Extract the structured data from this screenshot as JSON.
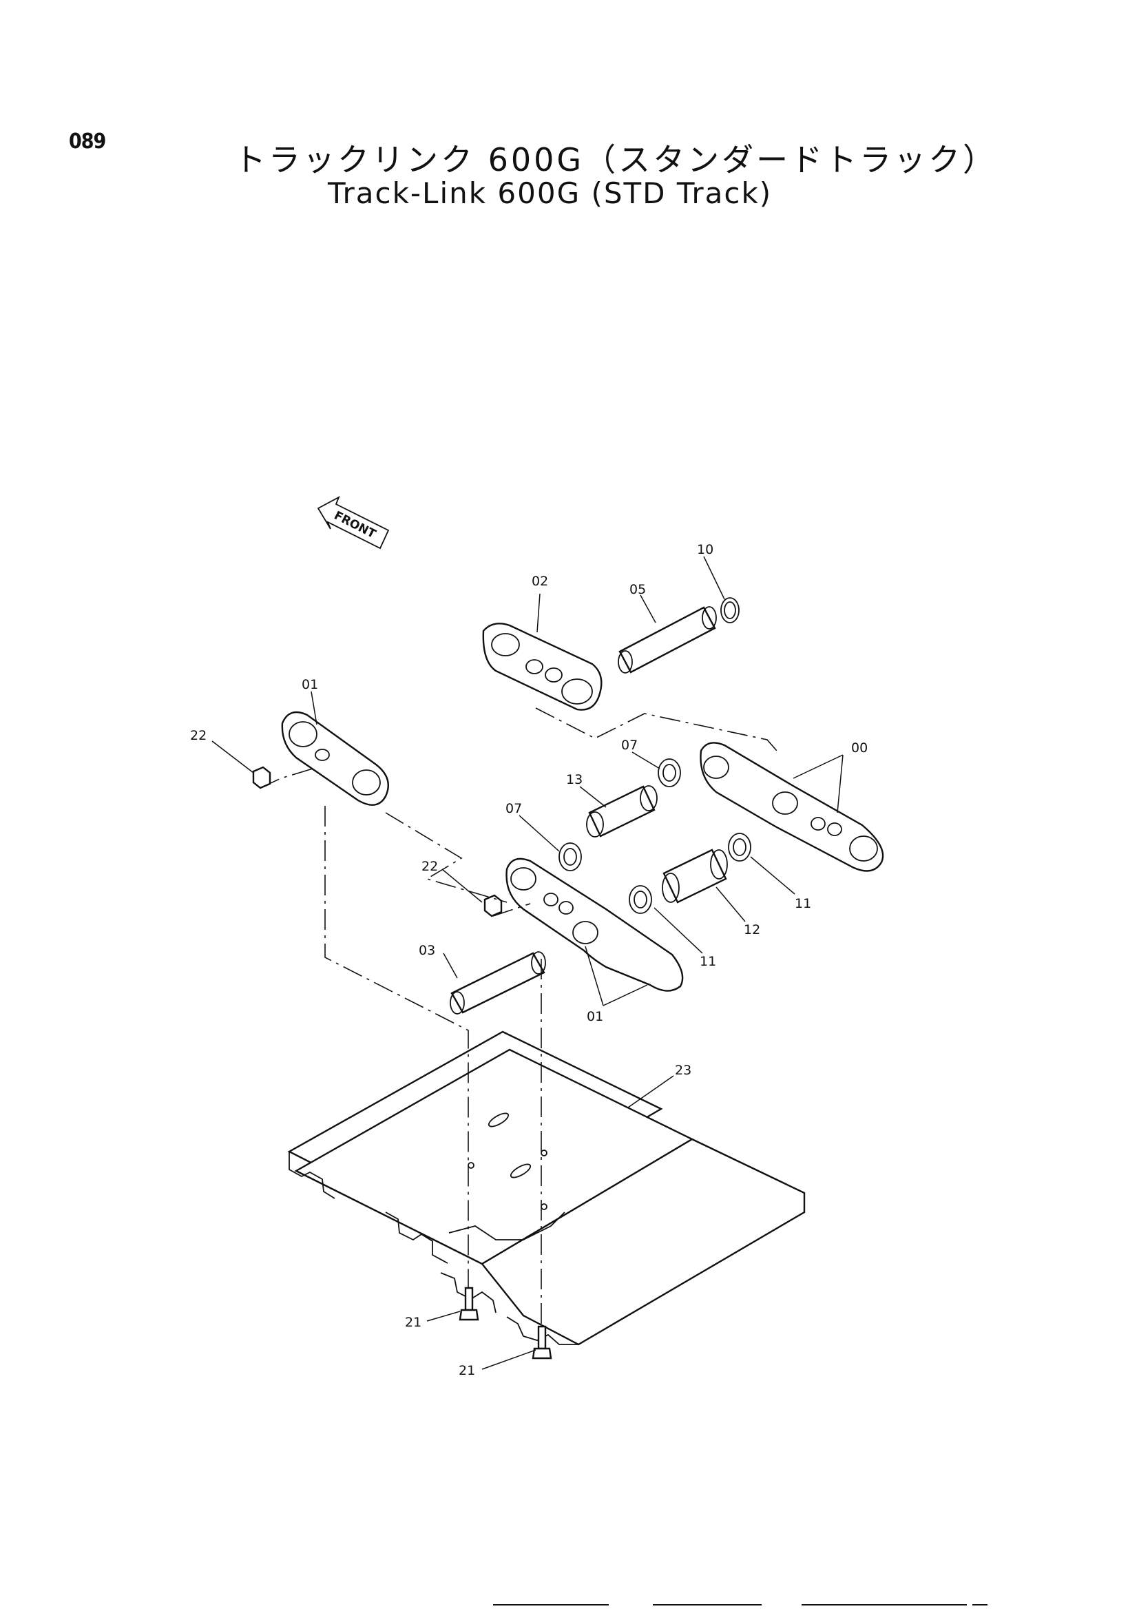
{
  "page_number": "089",
  "title_ja": "トラックリンク 600G（スタンダードトラック）",
  "title_en": "Track-Link 600G (STD  Track)",
  "front_label": "FRONT",
  "callouts": {
    "c00": "00",
    "c01a": "01",
    "c01b": "01",
    "c02": "02",
    "c03": "03",
    "c05": "05",
    "c07a": "07",
    "c07b": "07",
    "c10": "10",
    "c11a": "11",
    "c11b": "11",
    "c12": "12",
    "c13": "13",
    "c21a": "21",
    "c21b": "21",
    "c22a": "22",
    "c22b": "22",
    "c23": "23"
  }
}
